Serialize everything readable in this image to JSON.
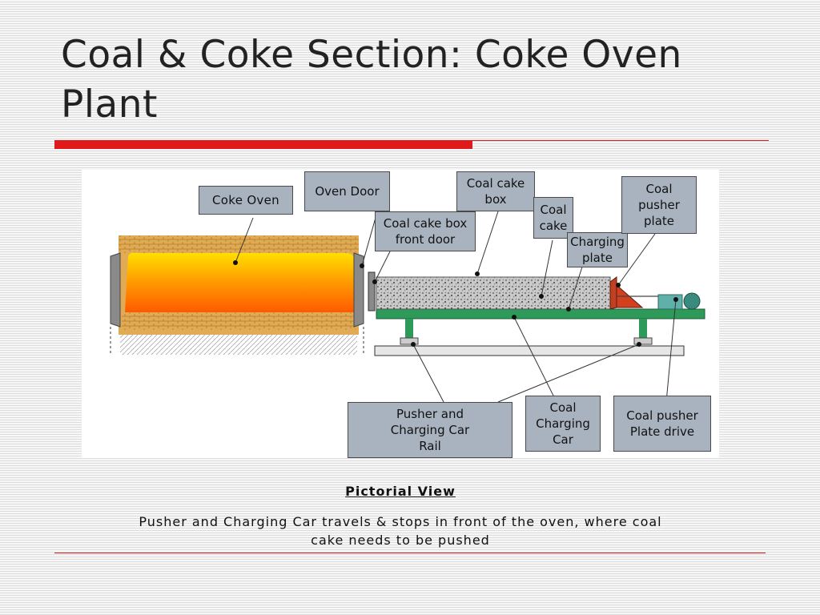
{
  "slide": {
    "title": "Coal & Coke Section: Coke Oven Plant",
    "view_title": "Pictorial View",
    "caption": "Pusher and Charging Car travels & stops in front of the oven, where coal cake needs to be pushed"
  },
  "diagram": {
    "labels": {
      "coke_oven": "Coke Oven",
      "oven_door": "Oven Door",
      "coal_cake_box": "Coal cake\nbox",
      "coal_cake_box_front_door": "Coal cake box\nfront door",
      "coal_cake": "Coal\ncake",
      "charging_plate": "Charging\nplate",
      "coal_pusher_plate": "Coal\npusher\nplate",
      "pusher_charging_car_rail": "Pusher and\nCharging Car\nRail",
      "coal_charging_car": "Coal\nCharging\nCar",
      "coal_pusher_plate_drive": "Coal pusher\nPlate drive"
    },
    "colors": {
      "label_fill": "#a9b3c0",
      "car_frame": "#2e9a5a",
      "coal": "#9a9a9a",
      "oven_hot": "#ff7a00",
      "oven_glow": "#ffe000",
      "brick": "#d9a04a",
      "accent_red": "#e01a1a"
    }
  }
}
